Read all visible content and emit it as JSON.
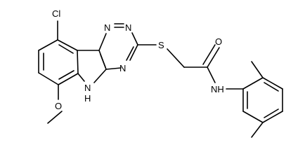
{
  "molecule": {
    "atoms": {
      "cl": "Cl",
      "n_top_left": "N",
      "n_top_right": "N",
      "n_ring_right": "N",
      "nh_indole": "N",
      "h_indole": "H",
      "s": "S",
      "o_carbonyl": "O",
      "nh_amide": "NH",
      "o_methoxy": "O"
    }
  }
}
